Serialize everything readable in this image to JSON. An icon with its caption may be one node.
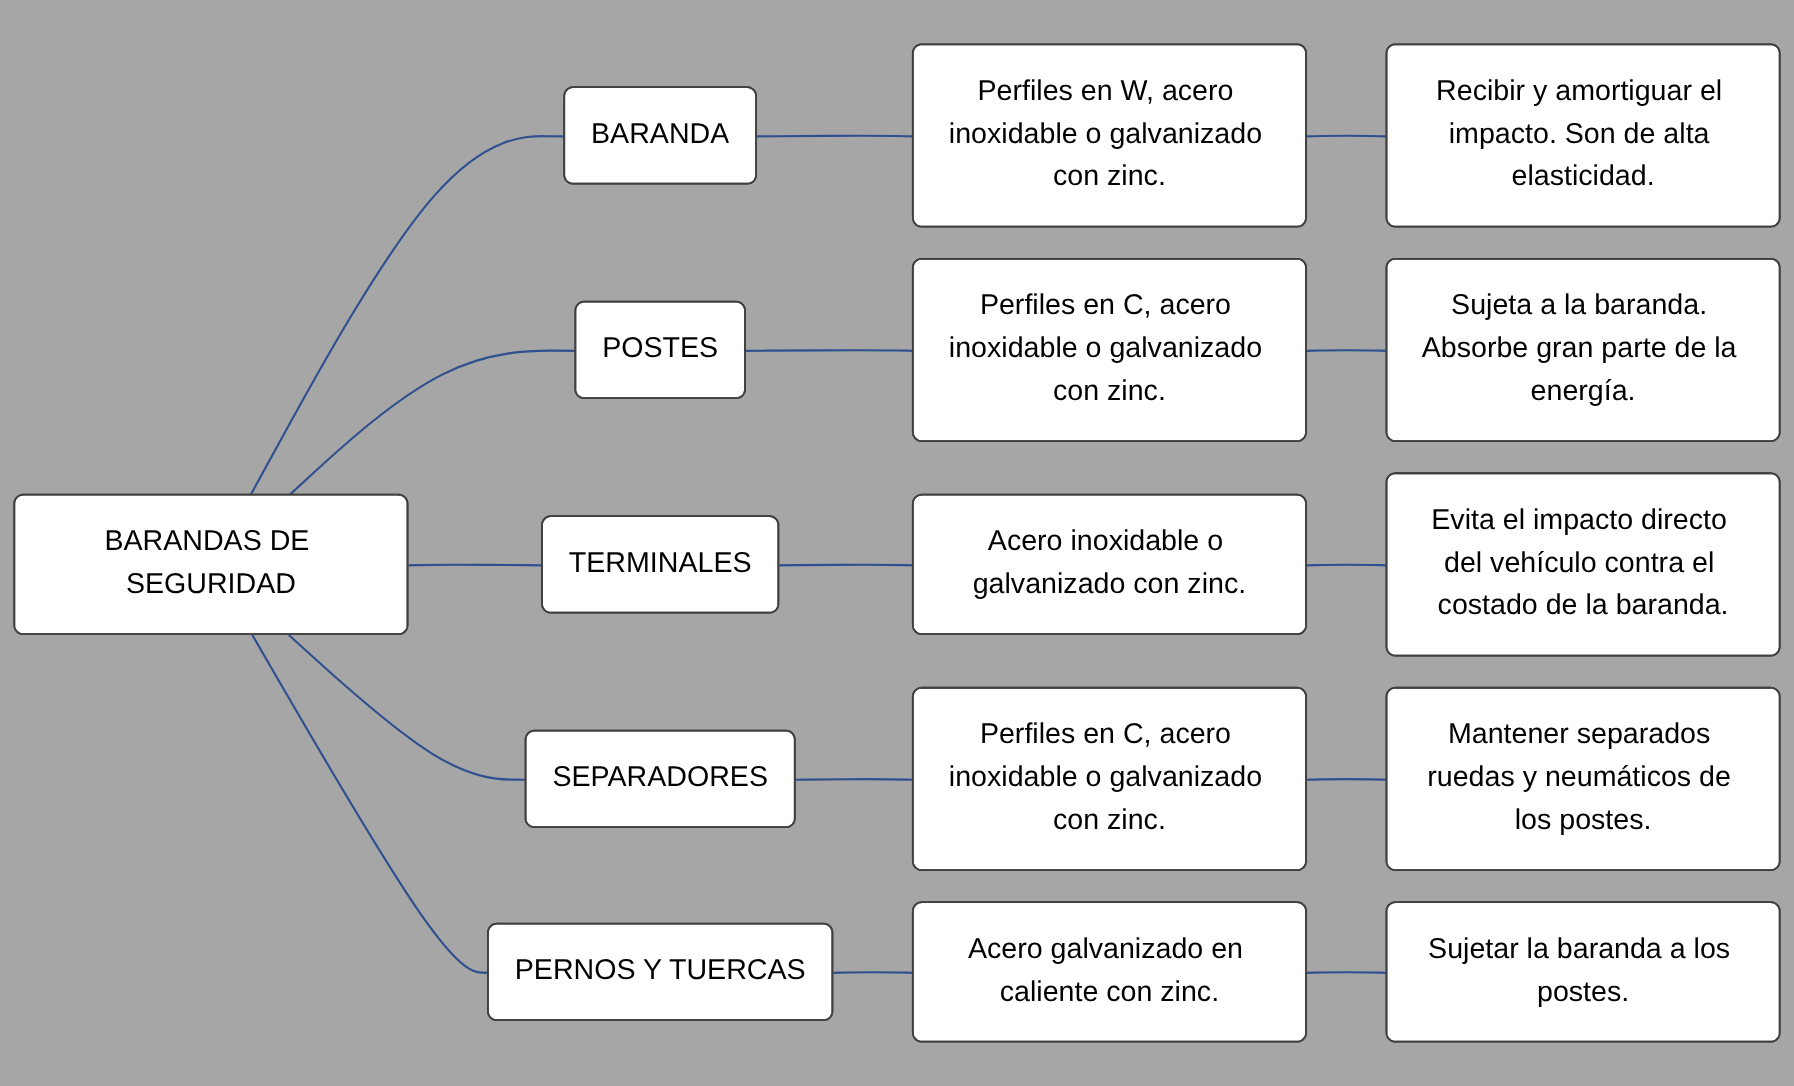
{
  "diagram": {
    "nodes": [
      {
        "text": [
          "BARANDAS DE SEGURIDAD"
        ]
      },
      {
        "text": [
          "BARANDA"
        ]
      },
      {
        "text": [
          "Perfiles en W, acero inoxidable o galvanizado con zinc."
        ]
      },
      {
        "text": [
          "Recibir y amortiguar el impacto. Son de alta elasticidad."
        ]
      },
      {
        "text": [
          "POSTES"
        ]
      },
      {
        "text": [
          "Perfiles en C, acero inoxidable o galvanizado con zinc."
        ]
      },
      {
        "text": [
          "Sujeta a la baranda. Absorbe gran parte de la energía."
        ]
      },
      {
        "text": [
          "TERMINALES"
        ]
      },
      {
        "text": [
          "Acero inoxidable o galvanizado con zinc."
        ]
      },
      {
        "text": [
          "Evita el impacto directo del vehículo contra el costado de la baranda."
        ]
      },
      {
        "text": [
          "SEPARADORES"
        ]
      },
      {
        "text": [
          "Perfiles en C, acero inoxidable o galvanizado con zinc."
        ]
      },
      {
        "text": [
          "Mantener separados ruedas y neumáticos de los postes."
        ]
      },
      {
        "text": [
          "PERNOS Y TUERCAS"
        ]
      },
      {
        "text": [
          "Acero galvanizado en caliente con zinc."
        ]
      },
      {
        "text": [
          "Sujetar la baranda a los postes."
        ]
      }
    ],
    "edges": [
      {
        "from": 0,
        "to": 1,
        "arrow": "none"
      },
      {
        "from": 0,
        "to": 4,
        "arrow": "none"
      },
      {
        "from": 0,
        "to": 7,
        "arrow": "none"
      },
      {
        "from": 0,
        "to": 10,
        "arrow": "none"
      },
      {
        "from": 0,
        "to": 13,
        "arrow": "none"
      },
      {
        "from": 1,
        "to": 2,
        "arrow": "none"
      },
      {
        "from": 2,
        "to": 3,
        "arrow": "none"
      },
      {
        "from": 4,
        "to": 5,
        "arrow": "none"
      },
      {
        "from": 5,
        "to": 6,
        "arrow": "none"
      },
      {
        "from": 7,
        "to": 8,
        "arrow": "none"
      },
      {
        "from": 8,
        "to": 9,
        "arrow": "none"
      },
      {
        "from": 10,
        "to": 11,
        "arrow": "none"
      },
      {
        "from": 11,
        "to": 12,
        "arrow": "none"
      },
      {
        "from": 13,
        "to": 14,
        "arrow": "none"
      },
      {
        "from": 14,
        "to": 15,
        "arrow": "none"
      }
    ]
  }
}
